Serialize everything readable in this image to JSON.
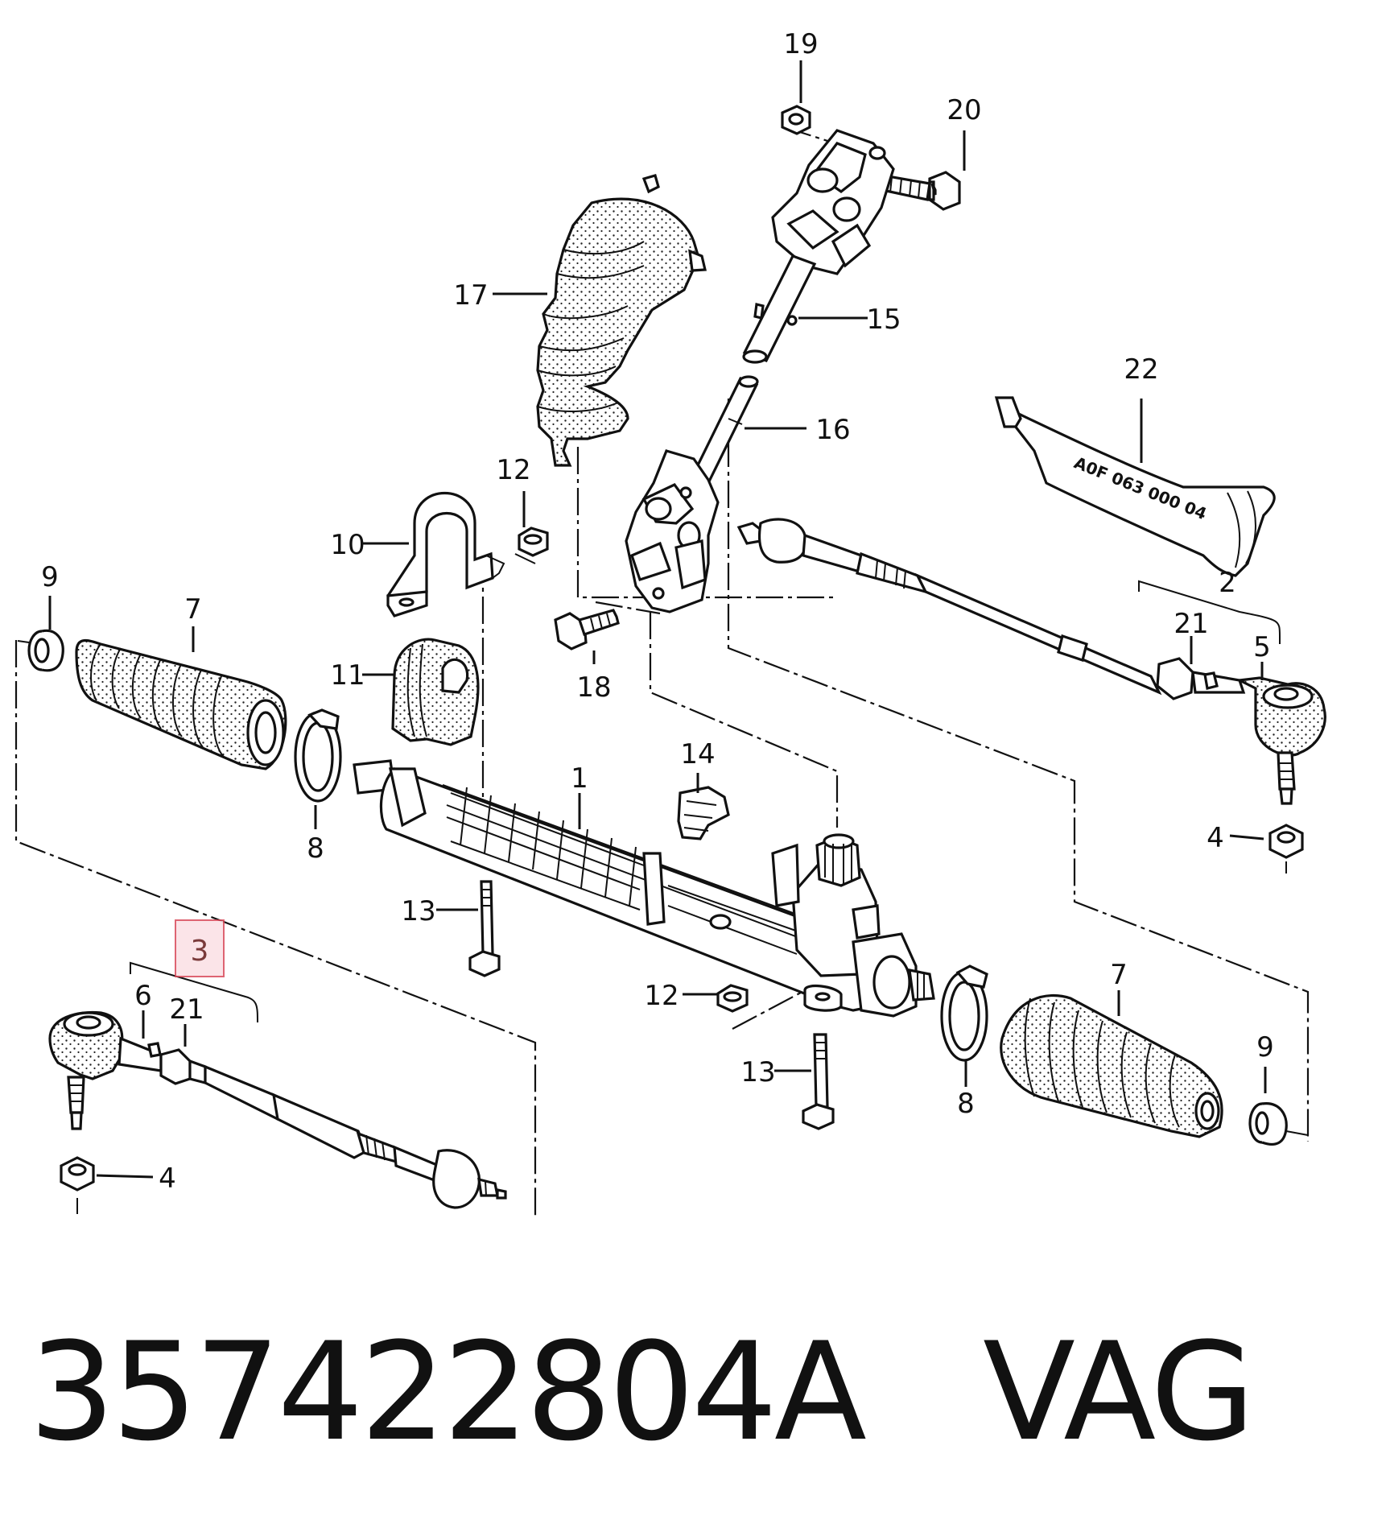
{
  "caption": "357422804A   VAG",
  "tube_marking": "A0F 063 000 04",
  "highlight_color": "#d94a5a",
  "callouts": [
    {
      "id": "c19",
      "text": "19"
    },
    {
      "id": "c20",
      "text": "20"
    },
    {
      "id": "c17",
      "text": "17"
    },
    {
      "id": "c15",
      "text": "15"
    },
    {
      "id": "c22",
      "text": "22"
    },
    {
      "id": "c16",
      "text": "16"
    },
    {
      "id": "c12a",
      "text": "12"
    },
    {
      "id": "c10",
      "text": "10"
    },
    {
      "id": "c9a",
      "text": "9"
    },
    {
      "id": "c7a",
      "text": "7"
    },
    {
      "id": "c2",
      "text": "2"
    },
    {
      "id": "c21a",
      "text": "21"
    },
    {
      "id": "c5",
      "text": "5"
    },
    {
      "id": "c18",
      "text": "18"
    },
    {
      "id": "c11",
      "text": "11"
    },
    {
      "id": "c14",
      "text": "14"
    },
    {
      "id": "c1",
      "text": "1"
    },
    {
      "id": "c4a",
      "text": "4"
    },
    {
      "id": "c8a",
      "text": "8"
    },
    {
      "id": "c13a",
      "text": "13"
    },
    {
      "id": "c3",
      "text": "3"
    },
    {
      "id": "c6",
      "text": "6"
    },
    {
      "id": "c21b",
      "text": "21"
    },
    {
      "id": "c12b",
      "text": "12"
    },
    {
      "id": "c7b",
      "text": "7"
    },
    {
      "id": "c13b",
      "text": "13"
    },
    {
      "id": "c8b",
      "text": "8"
    },
    {
      "id": "c9b",
      "text": "9"
    },
    {
      "id": "c4b",
      "text": "4"
    }
  ]
}
